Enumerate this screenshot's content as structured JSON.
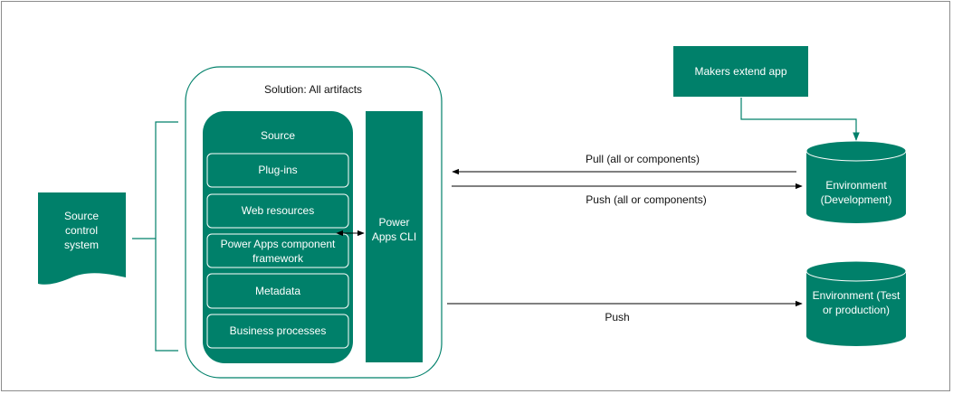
{
  "solution": {
    "title": "Solution: All artifacts"
  },
  "source": {
    "title": "Source",
    "items": [
      "Plug-ins",
      "Web resources",
      "Power Apps component framework",
      "Metadata",
      "Business processes"
    ]
  },
  "cli": {
    "label": "Power Apps CLI"
  },
  "source_control": {
    "label": "Source control system"
  },
  "makers": {
    "label": "Makers extend  app"
  },
  "env_dev": {
    "label": "Environment (Development)"
  },
  "env_test": {
    "label": "Environment (Test or production)"
  },
  "arrows": {
    "pull": "Pull (all or components)",
    "push_dev": "Push (all or components)",
    "push_test": "Push"
  },
  "colors": {
    "teal": "#00806a",
    "stroke": "#000000",
    "frame": "#8c8c8c"
  }
}
